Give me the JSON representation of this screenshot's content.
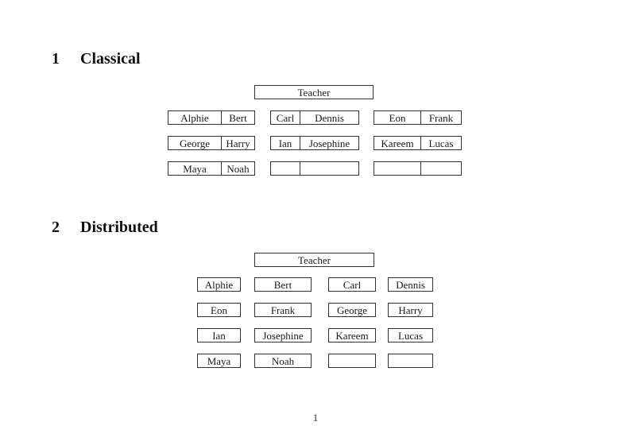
{
  "page": {
    "number": "1"
  },
  "sections": [
    {
      "number": "1",
      "title": "Classical",
      "teacher_label": "Teacher",
      "rows": [
        [
          [
            "Alphie",
            "Bert"
          ],
          [
            "Carl",
            "Dennis"
          ],
          [
            "Eon",
            "Frank"
          ]
        ],
        [
          [
            "George",
            "Harry"
          ],
          [
            "Ian",
            "Josephine"
          ],
          [
            "Kareem",
            "Lucas"
          ]
        ],
        [
          [
            "Maya",
            "Noah"
          ],
          [
            "",
            ""
          ],
          [
            "",
            ""
          ]
        ]
      ]
    },
    {
      "number": "2",
      "title": "Distributed",
      "teacher_label": "Teacher",
      "rows": [
        [
          "Alphie",
          "Bert",
          "Carl",
          "Dennis"
        ],
        [
          "Eon",
          "Frank",
          "George",
          "Harry"
        ],
        [
          "Ian",
          "Josephine",
          "Kareem",
          "Lucas"
        ],
        [
          "Maya",
          "Noah",
          "",
          ""
        ]
      ]
    }
  ],
  "colors": {
    "text": "#1a1a1a",
    "border": "#333333",
    "background": "#ffffff"
  }
}
